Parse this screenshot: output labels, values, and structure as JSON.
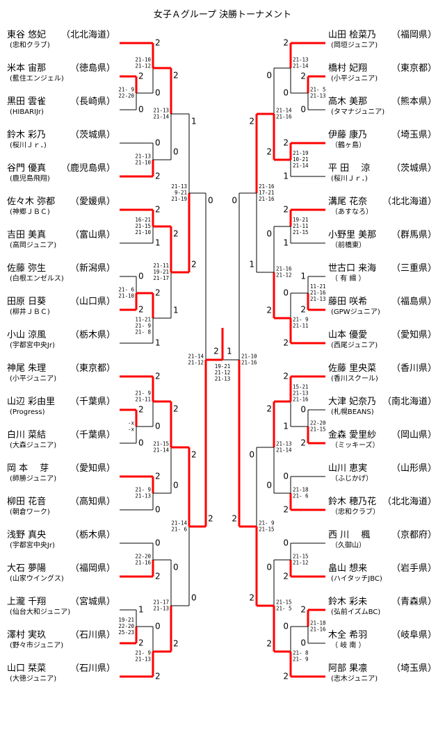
{
  "title": "女子Ａグループ 決勝トーナメント",
  "colors": {
    "winner_line": "#ff0000",
    "line": "#000000"
  },
  "left": {
    "players": [
      {
        "name": "東谷 悠妃",
        "pref": "（北北海道）",
        "club": "(忠和クラブ)"
      },
      {
        "name": "米本 宙那",
        "pref": "（徳島県）",
        "club": "(藍住エンジェル)"
      },
      {
        "name": "黒田 雲雀",
        "pref": "（長崎県）",
        "club": "(HIBARIJr)"
      },
      {
        "name": "鈴木 彩乃",
        "pref": "（茨城県）",
        "club": "(桜川Ｊｒ．)"
      },
      {
        "name": "谷門 優真",
        "pref": "（鹿児島県）",
        "club": "(鹿児島飛翔)"
      },
      {
        "name": "佐々木 弥都",
        "pref": "（愛媛県）",
        "club": "(神郷ＪＢＣ)"
      },
      {
        "name": "吉田 美真",
        "pref": "（富山県）",
        "club": "(高岡ジュニア)"
      },
      {
        "name": "佐藤 弥生",
        "pref": "（新潟県）",
        "club": "(白根エンゼルス)"
      },
      {
        "name": "田原 日葵",
        "pref": "（山口県）",
        "club": "(柳井ＪＢＣ)"
      },
      {
        "name": "小山 涼風",
        "pref": "（栃木県）",
        "club": "(宇都宮中央Jr)"
      },
      {
        "name": "神尾 朱理",
        "pref": "（東京都）",
        "club": "(小平ジュニア)"
      },
      {
        "name": "山辺 彩由里",
        "pref": "（千葉県）",
        "club": "(Progress)"
      },
      {
        "name": "白川 菜結",
        "pref": "（千葉県）",
        "club": "(大森ジュニア)"
      },
      {
        "name": "岡 本　 芽",
        "pref": "（愛知県）",
        "club": "(師勝ジュニア)"
      },
      {
        "name": "柳田 花音",
        "pref": "（高知県）",
        "club": "(朝倉ワーク)"
      },
      {
        "name": "浅野 真央",
        "pref": "（栃木県）",
        "club": "(宇都宮中央Jr)"
      },
      {
        "name": "大石 夢陽",
        "pref": "（福岡県）",
        "club": "(山家ウイングス)"
      },
      {
        "name": "上瀧 千翔",
        "pref": "（宮城県）",
        "club": "(仙台大和ジュニア)"
      },
      {
        "name": "澤村 実玖",
        "pref": "（石川県）",
        "club": "(野々市ジュニア)"
      },
      {
        "name": "山口 栞菜",
        "pref": "（石川県）",
        "club": "(大徳ジュニア)"
      }
    ],
    "bracket": {
      "scores": [
        0,
        2
      ],
      "games": [
        "21-14",
        "21-12"
      ],
      "top": {
        "scores": [
          1,
          2
        ],
        "games": [
          "21-13",
          "9-21",
          "21-19"
        ],
        "top": {
          "scores": [
            2,
            0
          ],
          "games": [
            "21-13",
            "21-14"
          ],
          "top": {
            "scores": [
              2,
              0
            ],
            "games": [
              "21-10",
              "21-12"
            ],
            "top": {
              "player": 0
            },
            "bottom": {
              "scores": [
                2,
                0
              ],
              "games": [
                "21- 9",
                "22-20"
              ],
              "top": {
                "player": 1
              },
              "bottom": {
                "player": 2
              }
            }
          },
          "bottom": {
            "scores": [
              0,
              2
            ],
            "games": [
              "21-13",
              "21-10"
            ],
            "top": {
              "player": 3
            },
            "bottom": {
              "player": 4
            }
          }
        },
        "bottom": {
          "scores": [
            2,
            1
          ],
          "games": [
            "21-11",
            "19-21",
            "21-17"
          ],
          "top": {
            "scores": [
              2,
              1
            ],
            "games": [
              "16-21",
              "21-15",
              "21-10"
            ],
            "top": {
              "player": 5
            },
            "bottom": {
              "player": 6
            }
          },
          "bottom": {
            "scores": [
              2,
              1
            ],
            "games": [
              "11-21",
              "21- 9",
              "21- 8"
            ],
            "top": {
              "scores": [
                0,
                2
              ],
              "games": [
                "21- 6",
                "21-10"
              ],
              "top": {
                "player": 7
              },
              "bottom": {
                "player": 8
              }
            },
            "bottom": {
              "player": 9
            }
          }
        }
      },
      "bottom": {
        "scores": [
          2,
          0
        ],
        "games": [
          "21-14",
          "21- 6"
        ],
        "top": {
          "scores": [
            2,
            0
          ],
          "games": [
            "21-15",
            "21-14"
          ],
          "top": {
            "scores": [
              2,
              0
            ],
            "games": [
              "21- 9",
              "21-11"
            ],
            "top": {
              "player": 10
            },
            "bottom": {
              "scores": [
                2,
                0
              ],
              "games": [
                "-x",
                "-x"
              ],
              "top": {
                "player": 11
              },
              "bottom": {
                "player": 12
              }
            }
          },
          "bottom": {
            "scores": [
              2,
              0
            ],
            "games": [
              "21- 9",
              "21-13"
            ],
            "top": {
              "player": 13
            },
            "bottom": {
              "player": 14
            }
          }
        },
        "bottom": {
          "scores": [
            0,
            2
          ],
          "games": [
            "21-17",
            "21-13"
          ],
          "top": {
            "scores": [
              0,
              2
            ],
            "games": [
              "22-20",
              "21-16"
            ],
            "top": {
              "player": 15
            },
            "bottom": {
              "player": 16
            }
          },
          "bottom": {
            "scores": [
              0,
              2
            ],
            "games": [
              "21- 9",
              "21-13"
            ],
            "top": {
              "scores": [
                1,
                2
              ],
              "games": [
                "19-21",
                "22-20",
                "25-23"
              ],
              "top": {
                "player": 17
              },
              "bottom": {
                "player": 18
              }
            },
            "bottom": {
              "player": 19
            }
          }
        }
      }
    }
  },
  "right": {
    "players": [
      {
        "name": "山田 桧菜乃",
        "pref": "（福岡県）",
        "club": "(岡垣ジュニア)"
      },
      {
        "name": "橋村 妃翔",
        "pref": "（東京都）",
        "club": "(小平ジュニア)"
      },
      {
        "name": "高木 美那",
        "pref": "（熊本県）",
        "club": "(タマナジュニア)"
      },
      {
        "name": "伊藤 康乃",
        "pref": "（埼玉県）",
        "club": "（鶴ヶ島）"
      },
      {
        "name": "平 田　 涼",
        "pref": "（茨城県）",
        "club": "(桜川Ｊｒ．)"
      },
      {
        "name": "溝尾 花奈",
        "pref": "（北北海道）",
        "club": "（あすなろ）"
      },
      {
        "name": "小野里 美那",
        "pref": "（群馬県）",
        "club": "（前橋東）"
      },
      {
        "name": "世古口 来海",
        "pref": "（三重県）",
        "club": "（ 有 緝 ）"
      },
      {
        "name": "藤田 咲希",
        "pref": "（福島県）",
        "club": "(GPWジュニア)"
      },
      {
        "name": "山本 優愛",
        "pref": "（愛知県）",
        "club": "(西尾ジュニア)"
      },
      {
        "name": "佐藤 里央菜",
        "pref": "（香川県）",
        "club": "(香川スクール)"
      },
      {
        "name": "大津 妃奈乃",
        "pref": "（南北海道）",
        "club": "(札幌BEANS)"
      },
      {
        "name": "金森 愛里紗",
        "pref": "（岡山県）",
        "club": "（ミッキーズ）"
      },
      {
        "name": "山川 恵実",
        "pref": "（山形県）",
        "club": "（ふじかげ）"
      },
      {
        "name": "鈴木 穂乃花",
        "pref": "（北北海道）",
        "club": "（忠和クラブ）"
      },
      {
        "name": "西 川　 楓",
        "pref": "（京都府）",
        "club": "（久御山）"
      },
      {
        "name": "畠山 想来",
        "pref": "（岩手県）",
        "club": "(ハイタッチJBC)"
      },
      {
        "name": "鈴木 彩未",
        "pref": "（青森県）",
        "club": "(弘前イズムBC)"
      },
      {
        "name": "木全 希羽",
        "pref": "（岐阜県）",
        "club": "（ 岐 南 ）"
      },
      {
        "name": "阿部 果凛",
        "pref": "（埼玉県）",
        "club": "(志木ジュニア)"
      }
    ],
    "bracket": {
      "scores": [
        0,
        2
      ],
      "games": [
        "21-10",
        "21-16"
      ],
      "top": {
        "scores": [
          2,
          1
        ],
        "games": [
          "21-16",
          "17-21",
          "21-16"
        ],
        "top": {
          "scores": [
            0,
            2
          ],
          "games": [
            "21-14",
            "21-16"
          ],
          "top": {
            "scores": [
              2,
              0
            ],
            "games": [
              "21-13",
              "21-14"
            ],
            "top": {
              "player": 0
            },
            "bottom": {
              "scores": [
                2,
                0
              ],
              "games": [
                "21- 5",
                "21-13"
              ],
              "top": {
                "player": 1
              },
              "bottom": {
                "player": 2
              }
            }
          },
          "bottom": {
            "scores": [
              2,
              1
            ],
            "games": [
              "21-19",
              "10-21",
              "21-14"
            ],
            "top": {
              "player": 3
            },
            "bottom": {
              "player": 4
            }
          }
        },
        "bottom": {
          "scores": [
            0,
            2
          ],
          "games": [
            "21-16",
            "21-12"
          ],
          "top": {
            "scores": [
              2,
              1
            ],
            "games": [
              "19-21",
              "21-11",
              "21-15"
            ],
            "top": {
              "player": 5
            },
            "bottom": {
              "player": 6
            }
          },
          "bottom": {
            "scores": [
              0,
              2
            ],
            "games": [
              "21- 9",
              "21-11"
            ],
            "top": {
              "scores": [
                1,
                2
              ],
              "games": [
                "11-21",
                "21-16",
                "21-13"
              ],
              "top": {
                "player": 7
              },
              "bottom": {
                "player": 8
              }
            },
            "bottom": {
              "player": 9
            }
          }
        }
      },
      "bottom": {
        "scores": [
          0,
          2
        ],
        "games": [
          "21- 9",
          "21-15"
        ],
        "top": {
          "scores": [
            2,
            0
          ],
          "games": [
            "21-13",
            "21-14"
          ],
          "top": {
            "scores": [
              2,
              1
            ],
            "games": [
              "15-21",
              "21-13",
              "21-16"
            ],
            "top": {
              "player": 10
            },
            "bottom": {
              "scores": [
                0,
                2
              ],
              "games": [
                "22-20",
                "21-15"
              ],
              "top": {
                "player": 11
              },
              "bottom": {
                "player": 12
              }
            }
          },
          "bottom": {
            "scores": [
              0,
              2
            ],
            "games": [
              "21-18",
              "21- 6"
            ],
            "top": {
              "player": 13
            },
            "bottom": {
              "player": 14
            }
          }
        },
        "bottom": {
          "scores": [
            0,
            2
          ],
          "games": [
            "21-15",
            "21- 5"
          ],
          "top": {
            "scores": [
              0,
              2
            ],
            "games": [
              "21-15",
              "21-12"
            ],
            "top": {
              "player": 15
            },
            "bottom": {
              "player": 16
            }
          },
          "bottom": {
            "scores": [
              0,
              2
            ],
            "games": [
              "21- 8",
              "21- 9"
            ],
            "top": {
              "scores": [
                2,
                0
              ],
              "games": [
                "21-18",
                "21-16"
              ],
              "top": {
                "player": 17
              },
              "bottom": {
                "player": 18
              }
            },
            "bottom": {
              "player": 19
            }
          }
        }
      }
    }
  },
  "final": {
    "scores": [
      2,
      1
    ],
    "games": [
      "19-21",
      "21-12",
      "21-13"
    ]
  }
}
